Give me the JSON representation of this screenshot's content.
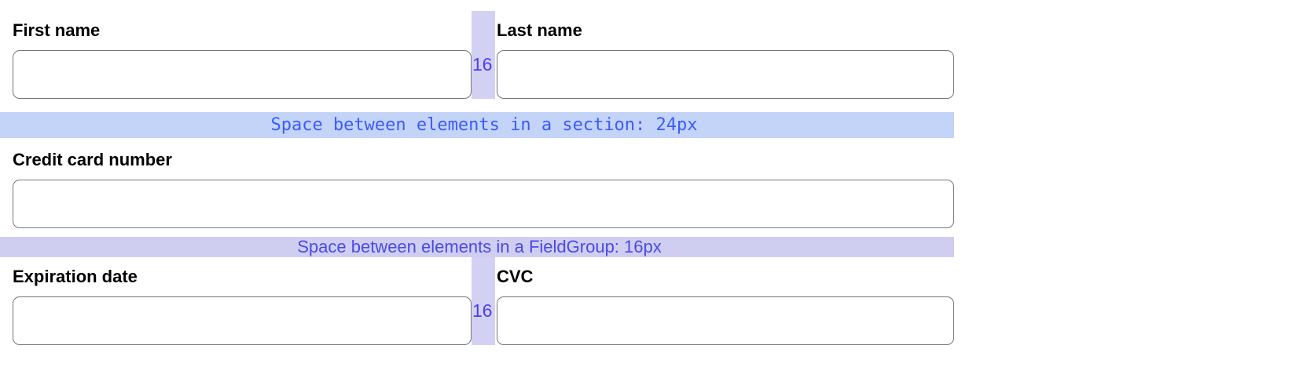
{
  "form": {
    "rows": [
      {
        "name": "name-row",
        "fields": [
          {
            "label": "First name",
            "value": "",
            "placeholder": ""
          },
          {
            "label": "Last name",
            "value": "",
            "placeholder": ""
          }
        ],
        "gap_marker": "16"
      },
      {
        "name": "credit-card-row",
        "fields": [
          {
            "label": "Credit card number",
            "value": "",
            "placeholder": ""
          }
        ]
      },
      {
        "name": "expiry-cvc-row",
        "fields": [
          {
            "label": "Expiration date",
            "value": "",
            "placeholder": ""
          },
          {
            "label": "CVC",
            "value": "",
            "placeholder": ""
          }
        ],
        "gap_marker": "16"
      }
    ]
  },
  "annotations": {
    "section_gap": {
      "text": "Space between elements in a section: 24px",
      "value": "24px",
      "band_color": "#c3d4f8",
      "text_color": "#3b5bfd"
    },
    "fieldgroup_gap": {
      "text": "Space between elements in a FieldGroup: 16px",
      "value": "16px",
      "band_color": "#cfcef1",
      "text_color": "#4b4ae8"
    },
    "column_gap": {
      "value": "16",
      "marker_color": "#d2d1f3",
      "text_color": "#4b3ef0"
    }
  },
  "theme": {
    "input_border": "#73767f",
    "label_color": "#000000",
    "background": "#ffffff"
  }
}
